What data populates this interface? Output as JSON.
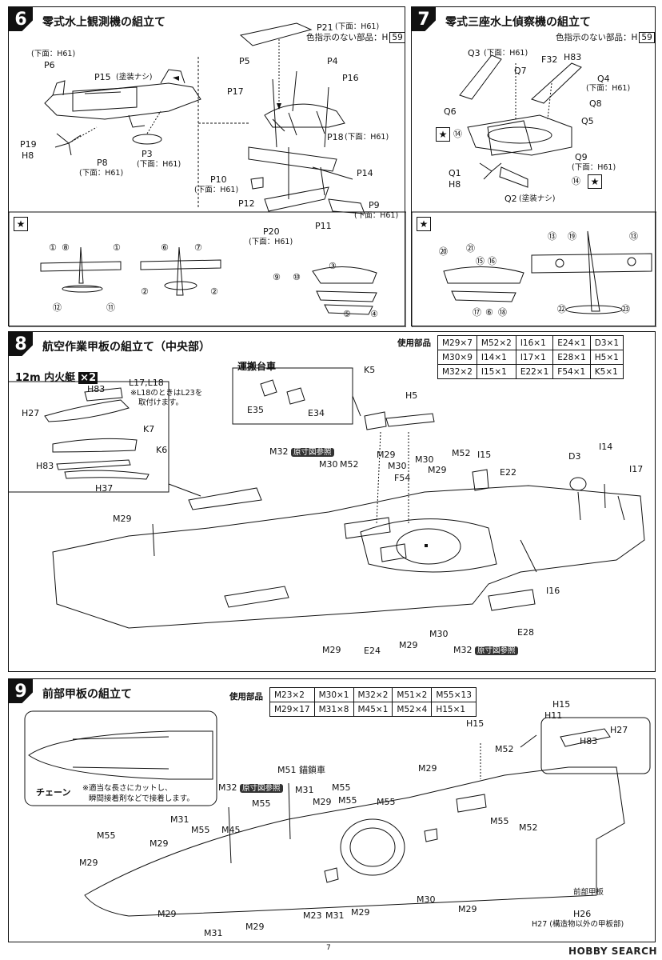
{
  "step6": {
    "number": "6",
    "title": "零式水上観測機の組立て",
    "color_note": "色指示のない部品：H",
    "color_ref": "59",
    "labels": {
      "p6_under": "(下面：H61)",
      "p6": "P6",
      "p15": "P15",
      "p15_note": "(塗装ナシ)",
      "p19": "P19",
      "h8": "H8",
      "p8": "P8",
      "p8_under": "(下面：H61)",
      "p3": "P3",
      "p3_under": "(下面：H61)",
      "p21": "P21",
      "p21_under": "(下面：H61)",
      "p5": "P5",
      "p4": "P4",
      "p17": "P17",
      "p16": "P16",
      "p18": "P18",
      "p18_under": "(下面：H61)",
      "p10": "P10",
      "p10_under": "(下面：H61)",
      "p14": "P14",
      "p12": "P12",
      "p9": "P9",
      "p9_under": "(下面：H61)",
      "p11": "P11",
      "p20": "P20",
      "p20_under": "(下面：H61)"
    },
    "decal_marks": [
      "①",
      "⑧",
      "①",
      "⑥",
      "⑦",
      "②",
      "②",
      "⑫",
      "⑪",
      "⑨",
      "⑩",
      "③",
      "⑤",
      "④"
    ]
  },
  "step7": {
    "number": "7",
    "title": "零式三座水上偵察機の組立て",
    "color_note": "色指示のない部品：H",
    "color_ref": "59",
    "labels": {
      "q3": "Q3",
      "q3_under": "(下面：H61)",
      "q7": "Q7",
      "f32": "F32",
      "h83": "H83",
      "q4": "Q4",
      "q4_under": "(下面：H61)",
      "q6": "Q6",
      "q8": "Q8",
      "q5": "Q5",
      "q9": "Q9",
      "q9_under": "(下面：H61)",
      "q1": "Q1",
      "h8": "H8",
      "q2": "Q2",
      "q2_note": "(塗装ナシ)"
    },
    "decal_marks": [
      "⑭",
      "⑭",
      "⑳",
      "㉑",
      "⑮",
      "⑯",
      "⑰",
      "⑥",
      "⑱",
      "⑬",
      "⑲",
      "⑬",
      "㉒",
      "㉓"
    ]
  },
  "step8": {
    "number": "8",
    "title": "航空作業甲板の組立て（中央部）",
    "parts_label": "使用部品",
    "parts": [
      [
        "M29×7",
        "M52×2",
        "I16×1",
        "E24×1",
        "D3×1"
      ],
      [
        "M30×9",
        "I14×1",
        "I17×1",
        "E28×1",
        "H5×1"
      ],
      [
        "M32×2",
        "I15×1",
        "E22×1",
        "F54×1",
        "K5×1"
      ]
    ],
    "boat_title": "12m 内火艇",
    "boat_mult": "×2",
    "cart_title": "運搬台車",
    "labels": {
      "h83": "H83",
      "l17_l18": "L17,L18",
      "l18_note1": "※L18のときはL23を",
      "l18_note2": "取付けます。",
      "h27": "H27",
      "k7": "K7",
      "k6": "K6",
      "h83b": "H83",
      "h37": "H37",
      "e35": "E35",
      "e34": "E34",
      "k5": "K5",
      "h5": "H5",
      "m32a": "M32",
      "m32a_ref": "原寸図参照",
      "m30a": "M30",
      "m52a": "M52",
      "m29a": "M29",
      "m30b": "M30",
      "f54": "F54",
      "m30c": "M30",
      "m29b": "M29",
      "m52b": "M52",
      "i15": "I15",
      "e22": "E22",
      "d3": "D3",
      "i14": "I14",
      "i17": "I17",
      "m29c": "M29",
      "i16": "I16",
      "e28": "E28",
      "m30d": "M30",
      "m29d": "M29",
      "m29e": "M29",
      "e24": "E24",
      "m32b": "M32",
      "m32b_ref": "原寸図参照"
    }
  },
  "step9": {
    "number": "9",
    "title": "前部甲板の組立て",
    "parts_label": "使用部品",
    "parts": [
      [
        "M23×2",
        "M30×1",
        "M32×2",
        "M51×2",
        "M55×13"
      ],
      [
        "M29×17",
        "M31×8",
        "M45×1",
        "M52×4",
        "H15×1"
      ]
    ],
    "chain_label": "チェーン",
    "chain_note1": "※適当な長さにカットし、",
    "chain_note2": "瞬間接着剤などで接着します。",
    "labels": {
      "h15": "H15",
      "h15b": "H15",
      "h11": "H11",
      "h27": "H27",
      "h83": "H83",
      "m52a": "M52",
      "m29a": "M29",
      "m51": "M51",
      "m51_note": "錨鎖車",
      "m32": "M32",
      "m32_ref": "原寸図参照",
      "m55a": "M55",
      "m31a": "M31",
      "m29b": "M29",
      "m55b": "M55",
      "m55c": "M55",
      "m55d": "M55",
      "m31b": "M31",
      "m55e": "M55",
      "m45": "M45",
      "m29c": "M29",
      "m55f": "M55",
      "m29d": "M29",
      "m55g": "M55",
      "m52b": "M52",
      "m29e": "M29",
      "m30": "M30",
      "m23": "M23",
      "m31c": "M31",
      "m29f": "M29",
      "m29g": "M29",
      "m31d": "M31",
      "m29h": "M29",
      "deck_label": "前部甲板",
      "h26": "H26",
      "h27_note": "H27 (構造物以外の甲板部)"
    }
  },
  "footer": {
    "page": "7",
    "watermark": "HOBBY SEARCH"
  }
}
